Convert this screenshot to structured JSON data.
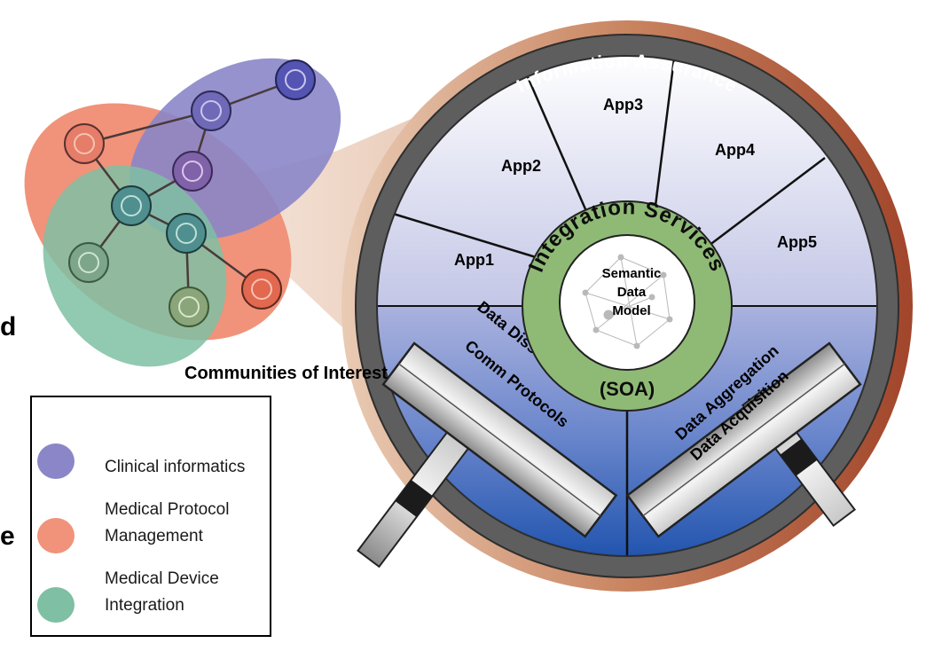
{
  "left_edge_fragments": [
    "d",
    "e"
  ],
  "communities": {
    "title": "Communities of Interest",
    "legend": [
      {
        "label": "Clinical informatics",
        "color": "#8a86c8"
      },
      {
        "label": "Medical Protocol\nManagement",
        "color": "#f0937a"
      },
      {
        "label": "Medical Device\nIntegration",
        "color": "#7fbfa3"
      }
    ]
  },
  "wheel": {
    "outer_ring_label": "Information Assurance",
    "apps": [
      "App1",
      "App2",
      "App3",
      "App4",
      "App5"
    ],
    "integration_label": "Integration Services",
    "soa_label": "(SOA)",
    "core_label": [
      "Semantic",
      "Data",
      "Model"
    ],
    "left_pipe": [
      "Data Dissemination",
      "Comm Protocols"
    ],
    "right_pipe": [
      "Data Aggregation",
      "Data Acquisition"
    ]
  },
  "colors": {
    "clinical": "#8a86c8",
    "protocol": "#f0937a",
    "device": "#7fbfa3",
    "ring": "#5e5e5e",
    "integration": "#8fba76"
  }
}
